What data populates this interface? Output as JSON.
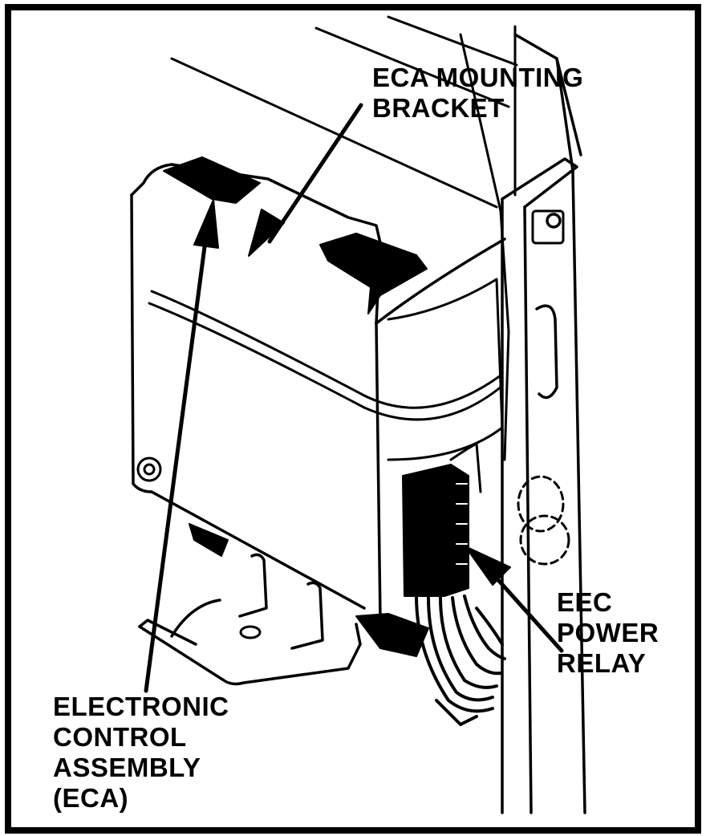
{
  "labels": {
    "mounting_bracket": [
      "ECA MOUNTING",
      "BRACKET"
    ],
    "eca": [
      "ELECTRONIC",
      "CONTROL",
      "ASSEMBLY",
      "(ECA)"
    ],
    "power_relay": [
      "EEC",
      "POWER",
      "RELAY"
    ]
  },
  "colors": {
    "ink": "#000000",
    "paper": "#ffffff"
  }
}
